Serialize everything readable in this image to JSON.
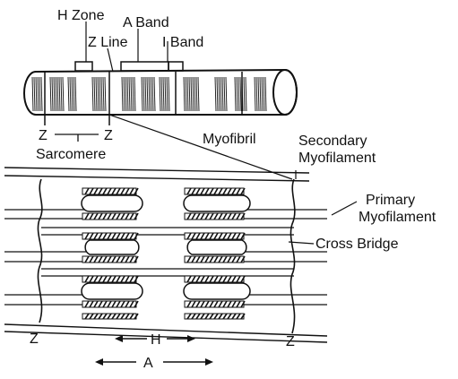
{
  "labels": {
    "h_zone": "H Zone",
    "a_band": "A Band",
    "z_line": "Z Line",
    "i_band": "I Band",
    "myofibril": "Myofibril",
    "z_left_top": "Z",
    "z_right_top": "Z",
    "sarcomere": "Sarcomere",
    "secondary_line1": "Secondary",
    "secondary_line2": "Myofilament",
    "primary_line1": "Primary",
    "primary_line2": "Myofilament",
    "cross_bridge": "Cross Bridge",
    "z_left_bottom": "Z",
    "z_right_bottom": "Z",
    "h_dimension": "H",
    "a_dimension": "A"
  },
  "colors": {
    "ink": "#111111",
    "paper": "#ffffff"
  }
}
